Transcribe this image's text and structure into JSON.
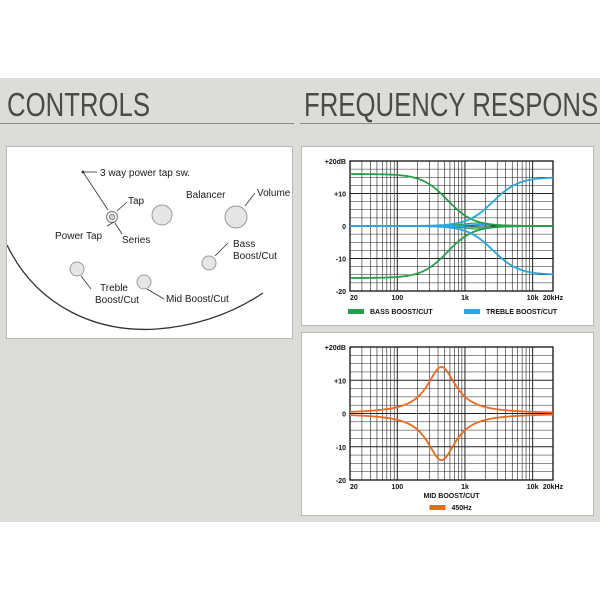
{
  "headings": {
    "controls": "CONTROLS",
    "frequency_response": "FREQUENCY RESPONSE"
  },
  "controls_diagram": {
    "labels": {
      "power_tap_switch": "3 way power tap sw.",
      "tap": "Tap",
      "power_tap": "Power Tap",
      "series": "Series",
      "balancer": "Balancer",
      "volume": "Volume",
      "bass": [
        "Bass",
        "Boost/Cut"
      ],
      "treble": [
        "Treble",
        "Boost/Cut"
      ],
      "mid": "Mid Boost/Cut"
    }
  },
  "colors": {
    "bass": "#2a9d4b",
    "treble": "#29a6de",
    "mid": "#ec6a1e",
    "band": "#dcdcd8"
  },
  "chart_data": [
    {
      "type": "line",
      "x_scale": "log",
      "xlim": [
        20,
        20000
      ],
      "ylim": [
        -20,
        20
      ],
      "x_ticks": [
        "20",
        "100",
        "1k",
        "10k",
        "20kHz"
      ],
      "y_ticks": [
        "+20dB",
        "+10",
        "0",
        "-10",
        "-20"
      ],
      "grid": true,
      "legend_position": "bottom",
      "series": [
        {
          "name": "BASS BOOST/CUT",
          "color": "#2a9d4b",
          "kind": "low-shelf",
          "gains": [
            16,
            -16
          ],
          "corner_hz": 550
        },
        {
          "name": "TREBLE BOOST/CUT",
          "color": "#29a6de",
          "kind": "high-shelf",
          "gains": [
            15,
            -15
          ],
          "corner_hz": 2600
        }
      ],
      "reference_curves": [
        {
          "color": "#2a9d4b",
          "kind": "peak",
          "gain": 0.9,
          "center_hz": 1500
        },
        {
          "color": "#29a6de",
          "kind": "peak",
          "gain": 0.5,
          "center_hz": 1900
        }
      ]
    },
    {
      "type": "line",
      "x_scale": "log",
      "xlim": [
        20,
        20000
      ],
      "ylim": [
        -20,
        20
      ],
      "x_ticks": [
        "20",
        "100",
        "1k",
        "10k",
        "20kHz"
      ],
      "y_ticks": [
        "+20dB",
        "+10",
        "0",
        "-10",
        "-20"
      ],
      "grid": true,
      "xlabel": "MID BOOST/CUT",
      "legend_position": "bottom",
      "series": [
        {
          "name": "450Hz",
          "color": "#ec6a1e",
          "kind": "peak",
          "gains": [
            14,
            -14
          ],
          "center_hz": 450
        }
      ]
    }
  ]
}
